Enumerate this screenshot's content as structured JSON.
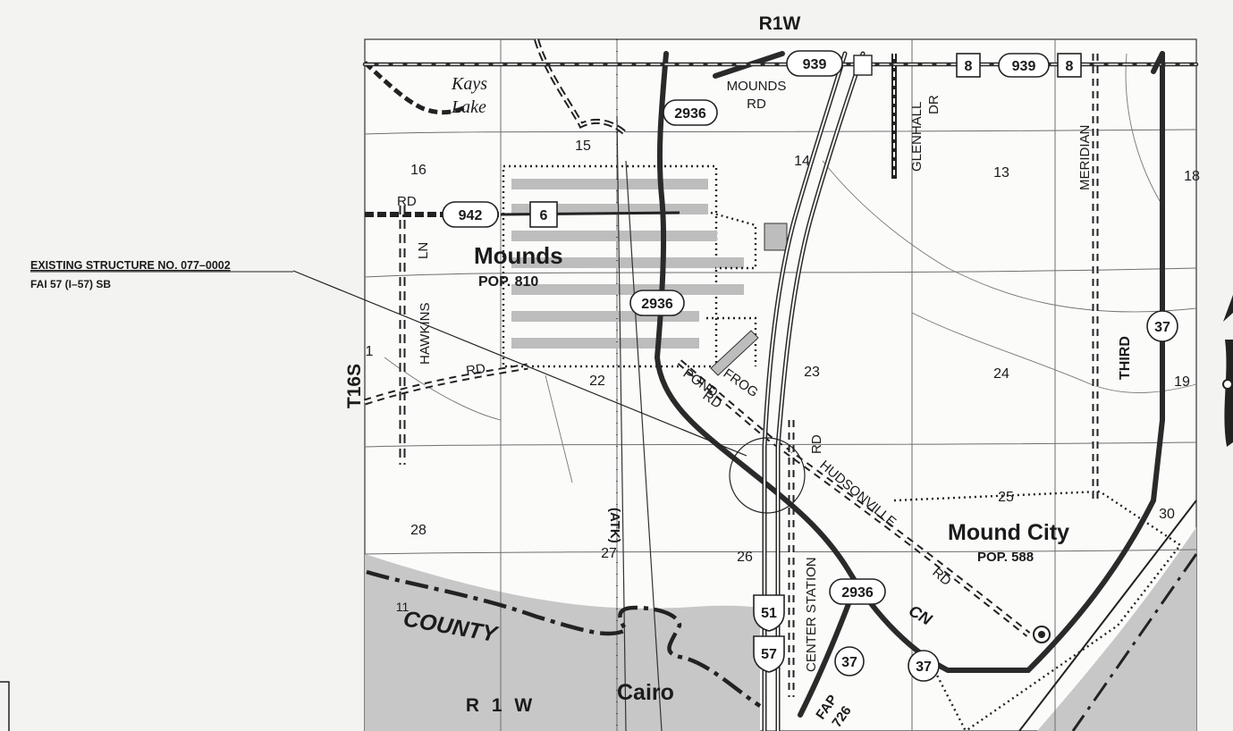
{
  "labels": {
    "range_top": "R1W",
    "range_bottom": "R 1 W",
    "township_left": "T16S",
    "structure_title": "EXISTING STRUCTURE NO. 077–0002",
    "structure_sub": "FAI 57 (I–57) SB",
    "lake": [
      "Kays",
      "Lake"
    ],
    "mounds": "Mounds",
    "mounds_pop": "POP. 810",
    "mound_city": "Mound City",
    "mound_city_pop": "POP. 588",
    "cairo": "Cairo",
    "county": "COUNTY",
    "atk": "(ATK)",
    "cn": "CN"
  },
  "roads": {
    "mounds_rd": [
      "MOUNDS",
      "RD"
    ],
    "glenhall_dr": [
      "GLENHALL",
      "DR"
    ],
    "meridian": "MERIDIAN",
    "third": "THIRD",
    "hawkins_ln": [
      "HAWKINS",
      "LN"
    ],
    "rd_left": "RD",
    "rd_mid": "RD",
    "frog_pond_rd": [
      "FROG",
      "POND",
      "RD"
    ],
    "hudsonville_rd": [
      "HUDSONVILLE",
      "RD"
    ],
    "center_station_rd": [
      "CENTER STATION",
      "RD"
    ],
    "fap": "FAP",
    "fap_num": "726"
  },
  "shields": {
    "oval": [
      "939",
      "939",
      "2936",
      "942",
      "2936",
      "2936",
      "37",
      "37",
      "37"
    ],
    "square": [
      "8",
      "8",
      "6"
    ],
    "us": [
      "51",
      "57"
    ]
  },
  "sections": [
    "16",
    "15",
    "14",
    "13",
    "18",
    "22",
    "23",
    "24",
    "19",
    "28",
    "27",
    "26",
    "25",
    "30",
    "1",
    "11"
  ],
  "colors": {
    "background": "#f3f3f1",
    "paper": "#fbfbfa",
    "river": "#c7c7c7",
    "road": "#2a2a2a",
    "urban": "#bdbdbd",
    "grid": "#6e6e6e"
  }
}
